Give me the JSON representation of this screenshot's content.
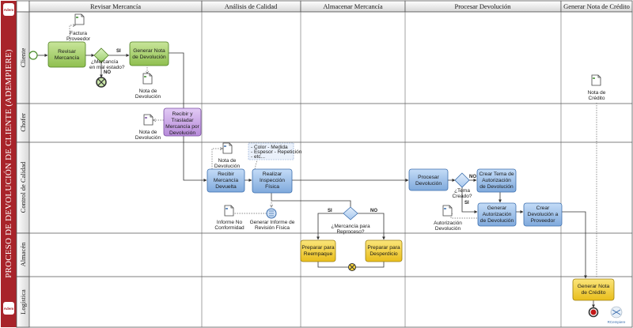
{
  "diagram": {
    "title": "PROCESO DE DEVOLUCIÓN DE CLIENTE (ADEMPIERE)",
    "columns": [
      "Revisar Mercancía",
      "Análisis de  Calidad",
      "Almacenar Mercancía",
      "Procesar Devolución",
      "Generar Nota de Crédito"
    ],
    "lanes": [
      "Cliente",
      "Chofer",
      "Control de Calidad",
      "Almacén",
      "Logística"
    ],
    "tasks": {
      "revisar_mercancia": "Revisar Mercancía",
      "generar_nota_devolucion": "Generar Nota de Devolución",
      "recibir_trasladar": "Recibir y Trasladar Mercancía por Devolución",
      "recibir_devuelta": "Recibir Mercancía Devuelta",
      "realizar_inspeccion": "Realizar Inspección Física",
      "procesar_devolucion": "Procesar Devolución",
      "crear_tema": "Crear Tema de Autorización de Devolución",
      "generar_autorizacion": "Generar Autorización de Devolución",
      "crear_devolucion_proveedor": "Crear Devolución a Proveedor",
      "preparar_reempaque": "Preparar para Reempaque",
      "preparar_desperdicio": "Preparar para Desperdicio",
      "generar_nota_credito": "Generar Nota de Crédito"
    },
    "gateways": {
      "mal_estado": "¿Mercancía en mal estado?",
      "reproceso": "¿Mercancía para Reproceso?",
      "tema_creado": "¿Tema Creado?"
    },
    "flow_labels": {
      "si": "SI",
      "no": "NO"
    },
    "documents": {
      "factura_proveedor": "Factura Proveedor",
      "nota_devolucion_1": "Nota de Devolución",
      "nota_devolucion_2": "Nota de Devolución",
      "nota_devolucion_3": "Nota de Devolución",
      "informe_no_conformidad": "Informe No Conformidad",
      "informe_revision": "Generar Informe de Revisión Física",
      "autorizacion_devolucion": "Autorización Devolución",
      "nota_credito": "Nota de Crédito"
    },
    "annotation": [
      "- Color       - Medida",
      "- Espesor  - Repetición",
      "- etc..."
    ],
    "brand": "RCempiere",
    "logo_text": "Adem",
    "colors": {
      "green_task": "#a6d06a",
      "blue_task": "#9cc3ec",
      "purple_task": "#c9a6e8",
      "yellow_task": "#f5d23a",
      "title_bar": "#a8242a"
    }
  }
}
